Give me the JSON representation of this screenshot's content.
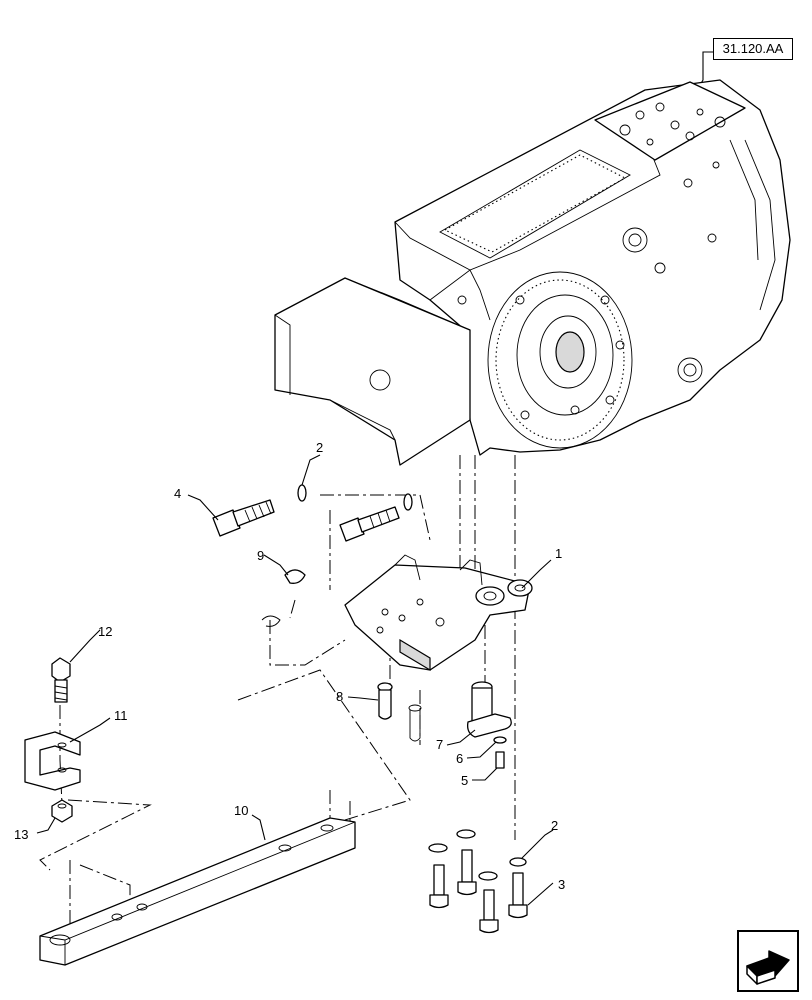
{
  "reference": {
    "label": "31.120.AA"
  },
  "callouts": [
    {
      "id": "c1",
      "text": "1"
    },
    {
      "id": "c2a",
      "text": "2"
    },
    {
      "id": "c2b",
      "text": "2"
    },
    {
      "id": "c3",
      "text": "3"
    },
    {
      "id": "c4",
      "text": "4"
    },
    {
      "id": "c5",
      "text": "5"
    },
    {
      "id": "c6",
      "text": "6"
    },
    {
      "id": "c7",
      "text": "7"
    },
    {
      "id": "c8",
      "text": "8"
    },
    {
      "id": "c9",
      "text": "9"
    },
    {
      "id": "c10",
      "text": "10"
    },
    {
      "id": "c11",
      "text": "11"
    },
    {
      "id": "c12",
      "text": "12"
    },
    {
      "id": "c13",
      "text": "13"
    }
  ],
  "icons": {
    "navigation": "next-page-arrow-icon"
  }
}
